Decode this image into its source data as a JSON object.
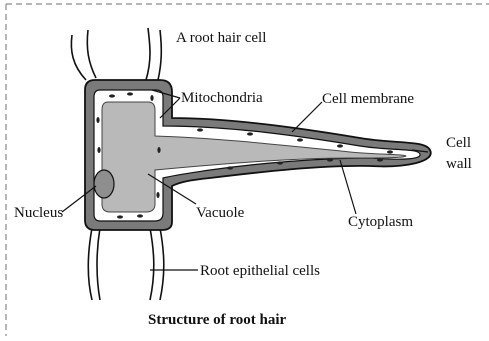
{
  "diagram": {
    "top_label": "A root hair cell",
    "labels": {
      "mitochondria": "Mitochondria",
      "cell_membrane": "Cell membrane",
      "cell_wall_line1": "Cell",
      "cell_wall_line2": "wall",
      "nucleus": "Nucleus",
      "vacuole": "Vacuole",
      "cytoplasm": "Cytoplasm",
      "root_epithelial": "Root epithelial cells"
    },
    "caption": "Structure of root hair"
  },
  "colors": {
    "ink": "#111111",
    "wall_fill": "#7a7a7a",
    "cytoplasm": "#ffffff",
    "vacuole_fill": "#b9b9b9",
    "nucleus_fill": "#8e8e8e",
    "border": "#8a8a8a"
  }
}
